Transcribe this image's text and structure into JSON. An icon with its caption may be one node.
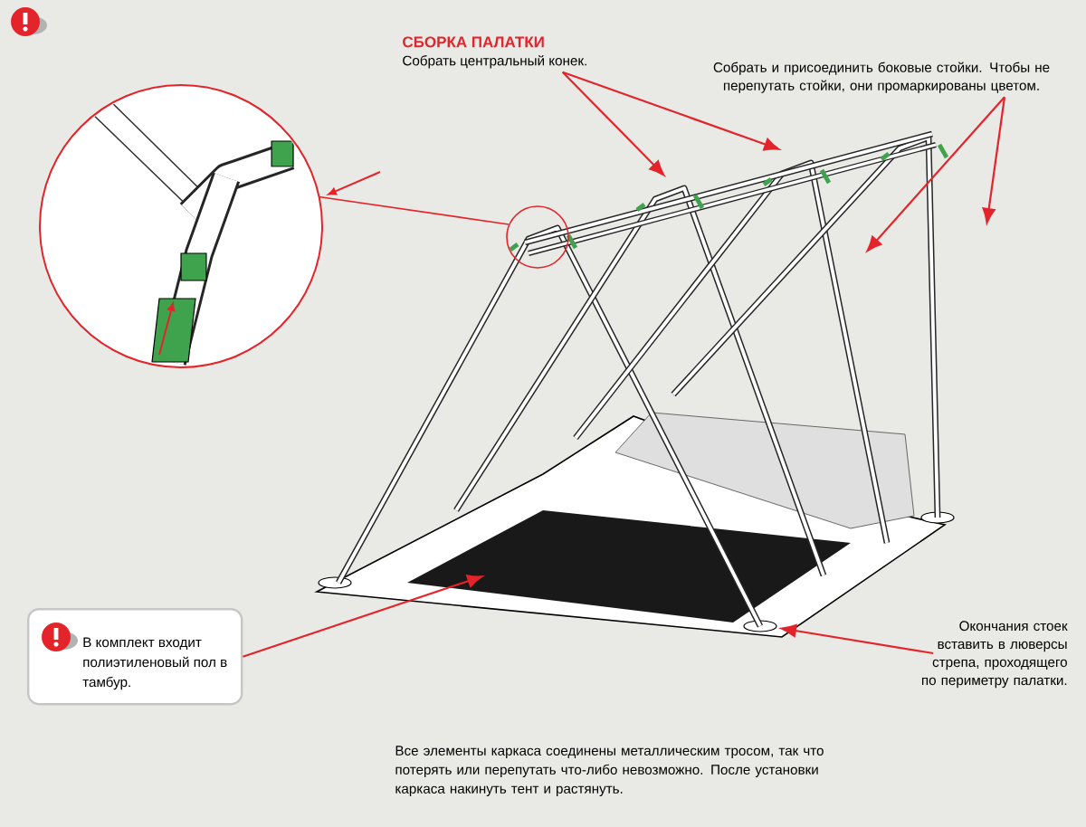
{
  "diagram": {
    "nodes": [
      {
        "text": [
          "СБОРКА ПАЛАТКИ",
          "Собрать центральный конек."
        ]
      },
      {
        "text": [
          "Собрать и присоединить боковые стойки. Чтобы не перепутать стойки, они промаркированы цветом."
        ]
      },
      {
        "text": [
          "В комплект входит полиэтиленовый пол в тамбур."
        ]
      },
      {
        "text": [
          "Окончания стоек вставить в люверсы стрепа, проходящего по периметру палатки."
        ]
      }
    ],
    "edges": [
      {
        "from": 0,
        "to": null,
        "arrow": "to"
      },
      {
        "from": 0,
        "to": null,
        "arrow": "to"
      },
      {
        "from": 1,
        "to": null,
        "arrow": "to"
      },
      {
        "from": 1,
        "to": null,
        "arrow": "to"
      },
      {
        "from": 2,
        "to": null,
        "arrow": "to"
      },
      {
        "from": 3,
        "to": null,
        "arrow": "to"
      }
    ],
    "labels": [
      "Все элементы каркаса соединены металлическим тросом, так что потерять или перепутать что-либо невозможно. После установки каркаса накинуть тент и растянуть."
    ]
  }
}
